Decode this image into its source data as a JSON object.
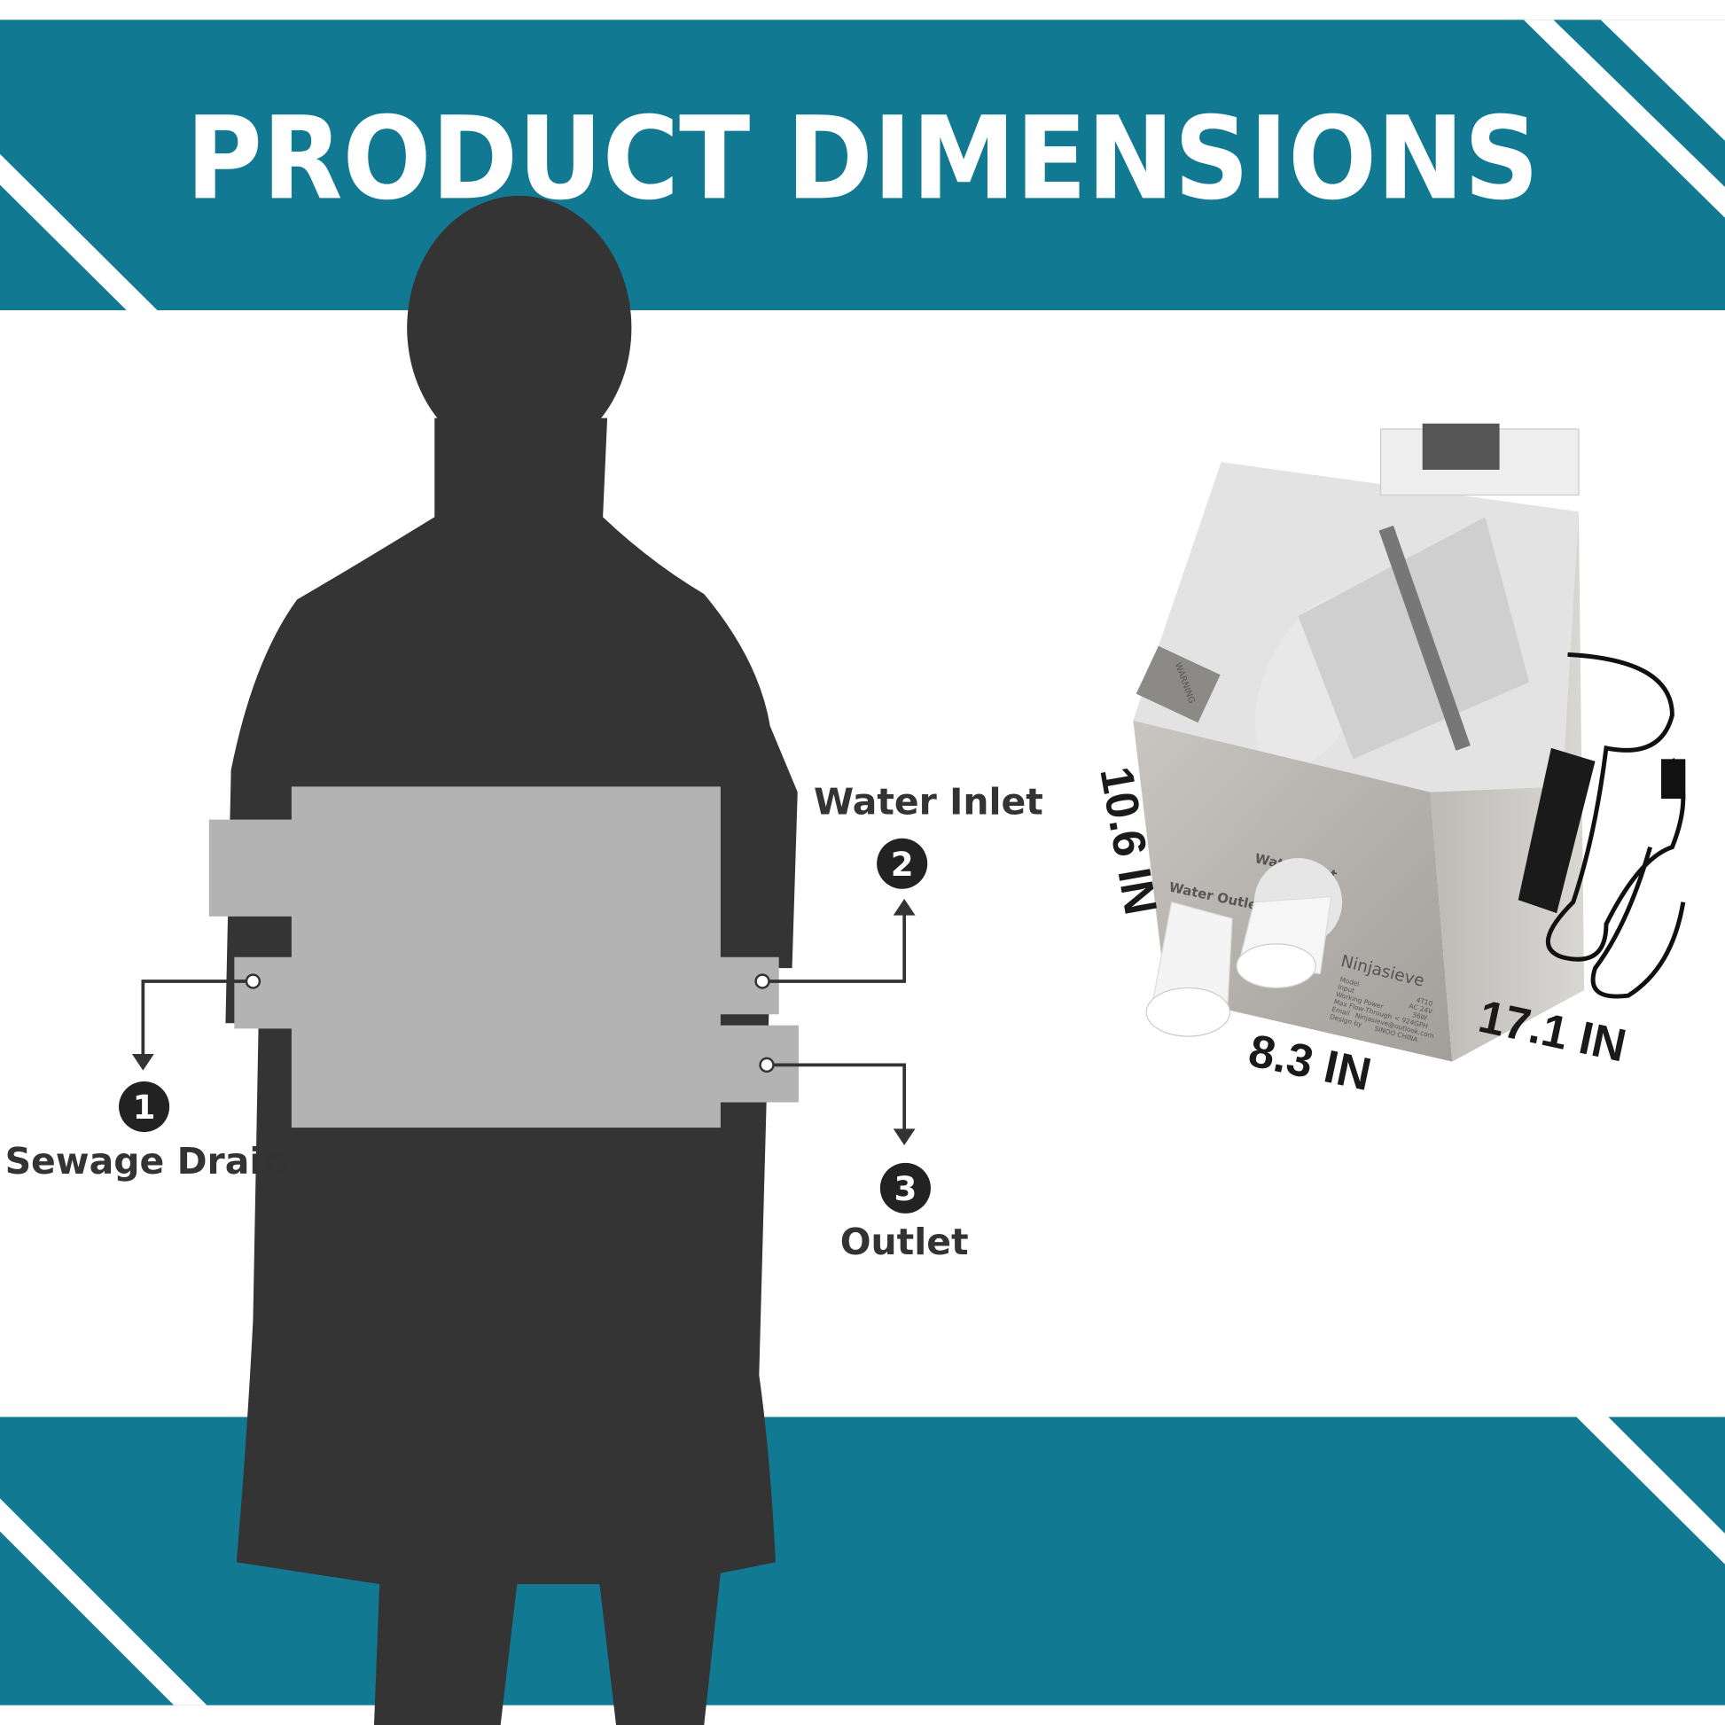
{
  "title": "PRODUCT DIMENSIONS",
  "colors": {
    "band": "#127993",
    "silhouette": "#343434",
    "box": "#b3b3b3"
  },
  "callouts": [
    {
      "number": "1",
      "label": "Sewage Drain"
    },
    {
      "number": "2",
      "label": "Water Inlet"
    },
    {
      "number": "3",
      "label": "Outlet"
    }
  ],
  "dimensions": {
    "height": "10.6 IN",
    "width": "8.3 IN",
    "length": "17.1 IN"
  },
  "product": {
    "inlet_label": "Water Inlet",
    "outlet_label": "Water Outlet",
    "brand": "Ninjasieve",
    "warning": "WARNING",
    "plate": [
      {
        "key": "Model",
        "value": "4T10"
      },
      {
        "key": "Input",
        "value": "AC 24V"
      },
      {
        "key": "Working Power",
        "value": "36W"
      },
      {
        "key": "Max Flow-Through",
        "value": "< 924GPH"
      },
      {
        "key": "Email",
        "value": "Ninjasieve@outlook.com"
      },
      {
        "key": "Design by",
        "value": "SINOO CHINA"
      }
    ]
  }
}
